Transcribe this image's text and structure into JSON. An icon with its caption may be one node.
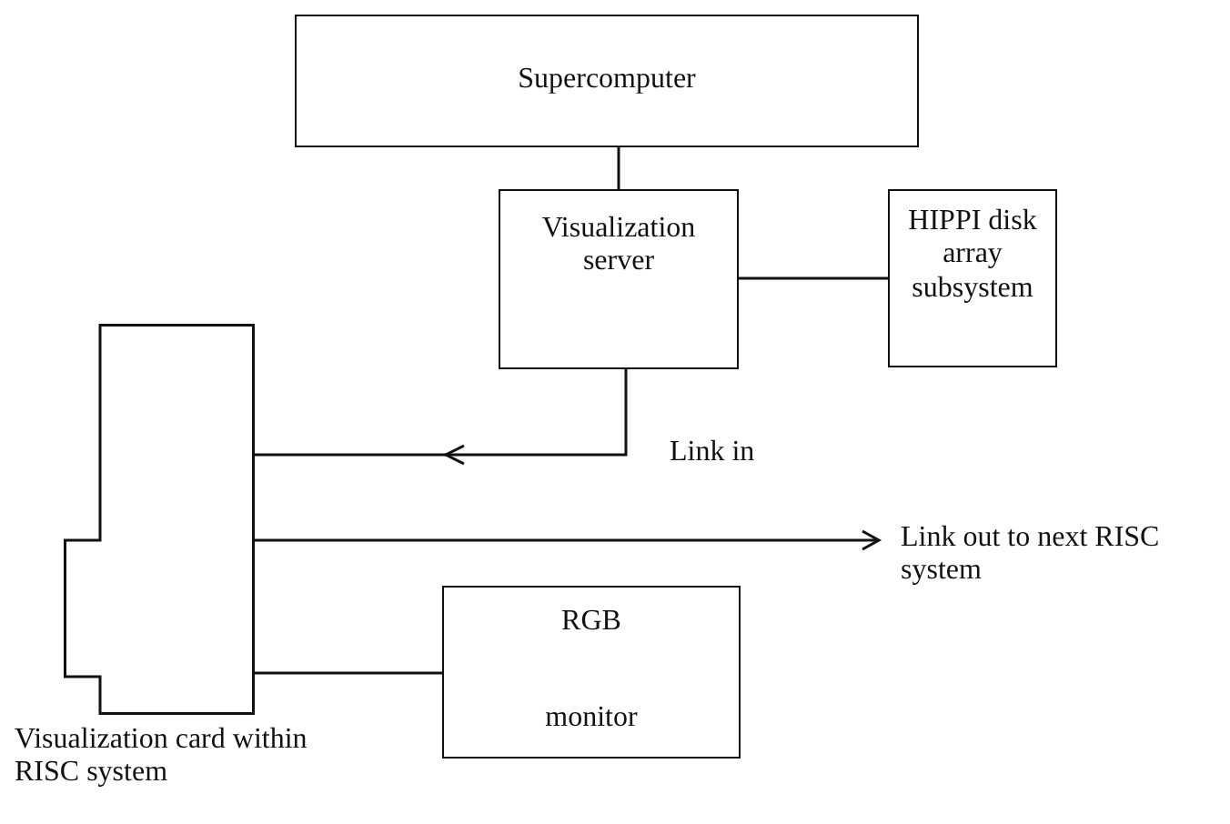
{
  "diagram": {
    "nodes": [
      {
        "text": [
          "Supercomputer"
        ]
      },
      {
        "text": [
          "Visualization server"
        ]
      },
      {
        "text": [
          "HIPPI disk array subsystem"
        ]
      },
      {
        "text": [],
        "shape": "card",
        "beside": [
          "Visualization card within RISC system"
        ]
      },
      {
        "text": [
          "Link out to next RISC system"
        ]
      },
      {
        "text": [
          "RGB",
          "monitor"
        ]
      }
    ],
    "edges": [
      {
        "from": 0,
        "to": 1,
        "arrow": "none"
      },
      {
        "from": 1,
        "to": 2,
        "arrow": "none"
      },
      {
        "from": 1,
        "to": 3,
        "arrow": "to",
        "label": "Link in"
      },
      {
        "from": 3,
        "to": 4,
        "arrow": "to"
      },
      {
        "from": 3,
        "to": 5,
        "arrow": "none"
      }
    ]
  }
}
